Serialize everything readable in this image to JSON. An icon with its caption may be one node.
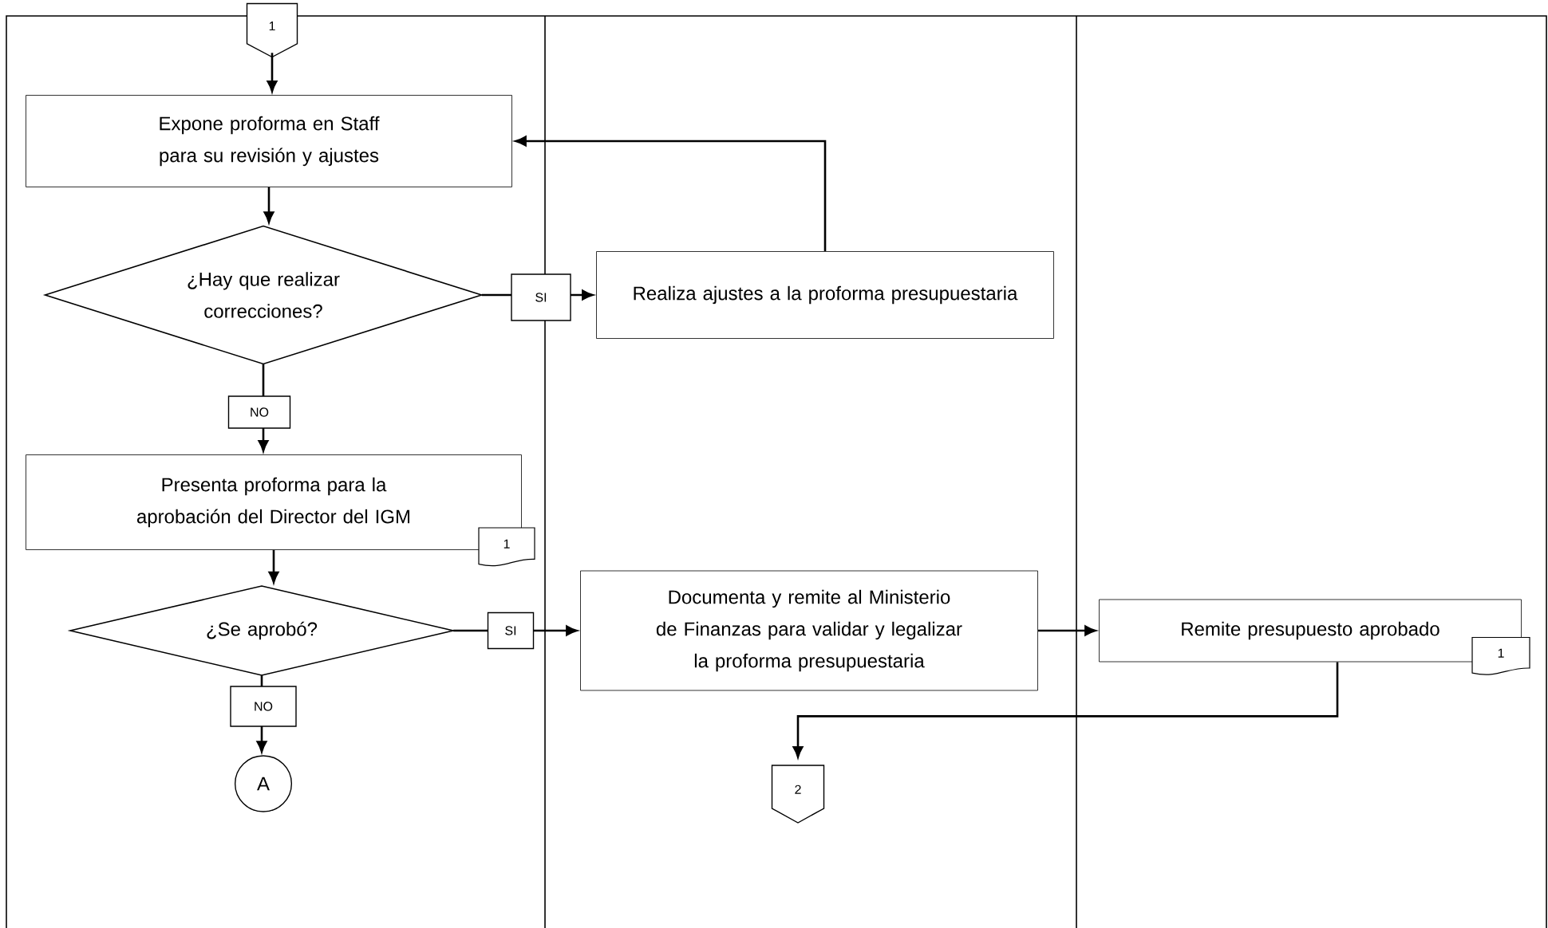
{
  "diagram": {
    "nodes": [
      {
        "text": [
          "1"
        ]
      },
      {
        "text": [
          "Expone proforma en Staff para su revisión y ajustes"
        ]
      },
      {
        "text": [
          "¿Hay que realizar correcciones?"
        ]
      },
      {
        "text": [
          "Realiza ajustes a la proforma presupuestaria"
        ]
      },
      {
        "text": [
          "Presenta proforma para la aprobación del Director del IGM"
        ]
      },
      {
        "text": [
          "1"
        ]
      },
      {
        "text": [
          "¿Se aprobó?"
        ]
      },
      {
        "text": [
          "Documenta y remite al Ministerio de Finanzas para validar y legalizar la proforma presupuestaria"
        ]
      },
      {
        "text": [
          "Remite presupuesto aprobado"
        ]
      },
      {
        "text": [
          "1"
        ]
      },
      {
        "text": [
          "A"
        ]
      },
      {
        "text": [
          "2"
        ]
      }
    ],
    "edges": [
      {
        "from": 0,
        "to": 1,
        "arrow": "to"
      },
      {
        "from": 1,
        "to": 2,
        "arrow": "to"
      },
      {
        "from": 2,
        "to": 3,
        "arrow": "to",
        "label": "SI"
      },
      {
        "from": 3,
        "to": 1,
        "arrow": "to"
      },
      {
        "from": 2,
        "to": 4,
        "arrow": "to",
        "label": "NO"
      },
      {
        "from": 4,
        "to": 6,
        "arrow": "to"
      },
      {
        "from": 6,
        "to": 7,
        "arrow": "to",
        "label": "SI"
      },
      {
        "from": 7,
        "to": 8,
        "arrow": "to"
      },
      {
        "from": 6,
        "to": 10,
        "arrow": "to",
        "label": "NO"
      },
      {
        "from": 8,
        "to": 11,
        "arrow": "to"
      }
    ]
  }
}
